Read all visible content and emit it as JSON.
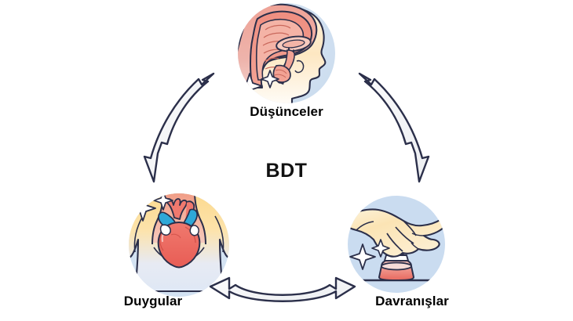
{
  "diagram": {
    "center_title": "BDT",
    "type": "cycle",
    "background_color": "#ffffff",
    "nodes": [
      {
        "id": "thoughts",
        "label": "Düşünceler",
        "icon_name": "head-brain-icon",
        "position": "top",
        "circle_color": "#cfdff0",
        "accent_color": "#ef8e80"
      },
      {
        "id": "emotions",
        "label": "Duygular",
        "icon_name": "torso-heart-icon",
        "position": "bottom-left",
        "circle_color": "#cfdff0",
        "accent_color": "#ef6a62"
      },
      {
        "id": "behaviors",
        "label": "Davranışlar",
        "icon_name": "hand-chess-knight-icon",
        "position": "bottom-right",
        "circle_color": "#c6daef",
        "accent_color": "#f6d79a"
      }
    ],
    "arrows": [
      {
        "id": "arrow-left",
        "icon_name": "double-arrow-curved-icon",
        "from": "emotions",
        "to": "thoughts",
        "stroke": "#2b2f4a",
        "fill": "#f2f3f5"
      },
      {
        "id": "arrow-right",
        "icon_name": "double-arrow-curved-icon",
        "from": "thoughts",
        "to": "behaviors",
        "stroke": "#2b2f4a",
        "fill": "#f2f3f5"
      },
      {
        "id": "arrow-bottom",
        "icon_name": "double-arrow-curved-icon",
        "from": "emotions",
        "to": "behaviors",
        "stroke": "#2b2f4a",
        "fill": "#f2f3f5"
      }
    ]
  }
}
